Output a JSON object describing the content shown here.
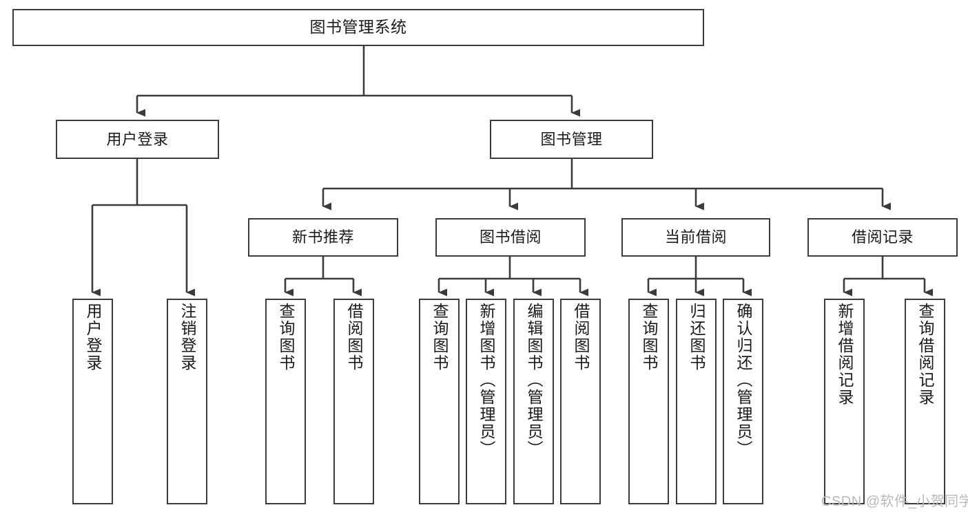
{
  "diagram": {
    "title": "图书管理系统",
    "type": "tree-hierarchy-diagram",
    "root": {
      "label": "图书管理系统"
    },
    "level2": [
      {
        "label": "用户登录"
      },
      {
        "label": "图书管理"
      }
    ],
    "level3": [
      {
        "label": "新书推荐"
      },
      {
        "label": "图书借阅"
      },
      {
        "label": "当前借阅"
      },
      {
        "label": "借阅记录"
      }
    ],
    "leaves": {
      "user_login": [
        {
          "label": "用户登录"
        },
        {
          "label": "注销登录"
        }
      ],
      "new_book_recommend": [
        {
          "label": "查询图书"
        },
        {
          "label": "借阅图书"
        }
      ],
      "book_borrow": [
        {
          "label": "查询图书"
        },
        {
          "label": "新增图书（管理员）"
        },
        {
          "label": "编辑图书（管理员）"
        },
        {
          "label": "借阅图书"
        }
      ],
      "current_borrow": [
        {
          "label": "查询图书"
        },
        {
          "label": "归还图书"
        },
        {
          "label": "确认归还（管理员）"
        }
      ],
      "borrow_records": [
        {
          "label": "新增借阅记录"
        },
        {
          "label": "查询借阅记录"
        }
      ]
    }
  },
  "watermark": {
    "text": "CSDN @软件_小贺同学"
  },
  "colors": {
    "border": "#3b3b3b",
    "background": "#ffffff",
    "text": "#1a1a1a",
    "watermark": "#b9b9b9"
  }
}
